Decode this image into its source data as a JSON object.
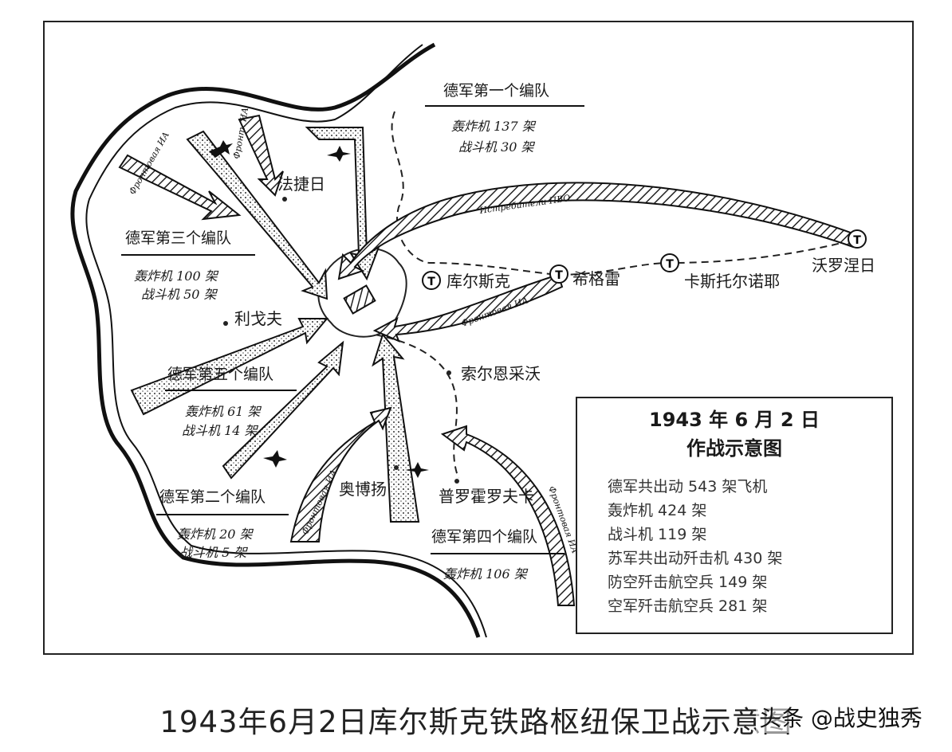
{
  "formations": {
    "first": {
      "title": "德军第一个编队",
      "bombers": "轰炸机 137 架",
      "fighters": "战斗机 30 架"
    },
    "third": {
      "title": "德军第三个编队",
      "bombers": "轰炸机 100 架",
      "fighters": "战斗机 50 架"
    },
    "fifth": {
      "title": "德军第五个编队",
      "bombers": "轰炸机 61 架",
      "fighters": "战斗机 14 架"
    },
    "second": {
      "title": "德军第二个编队",
      "bombers": "轰炸机 20 架",
      "fighters": "战斗机 5 架"
    },
    "fourth": {
      "title": "德军第四个编队",
      "bombers": "轰炸机 106 架"
    }
  },
  "places": {
    "fatezh": "法捷日",
    "kursk": "库尔斯克",
    "shchigry": "希格雷",
    "kastornoye": "卡斯托尔诺耶",
    "voronezh": "沃罗涅日",
    "lgov": "利戈夫",
    "solntsevo": "索尔恩采沃",
    "oboyan": "奥博扬",
    "prokhorovka": "普罗霍罗夫卡"
  },
  "russian_labels": {
    "front_label": "Фронтовая ИА",
    "pvo_label": "Истребители ПВО",
    "front_abbr": "Фронт. ИА"
  },
  "legend": {
    "title": "1943 年 6 月 2 日",
    "subtitle": "作战示意图",
    "items": [
      "德军共出动 543 架飞机",
      "轰炸机 424 架",
      "战斗机 119 架",
      "苏军共出动歼击机 430 架",
      "防空歼击航空兵 149 架",
      "空军歼击航空兵 281 架"
    ]
  },
  "caption": "1943年6月2日库尔斯克铁路枢纽保卫战示意图",
  "watermark": "头条 @战史独秀"
}
